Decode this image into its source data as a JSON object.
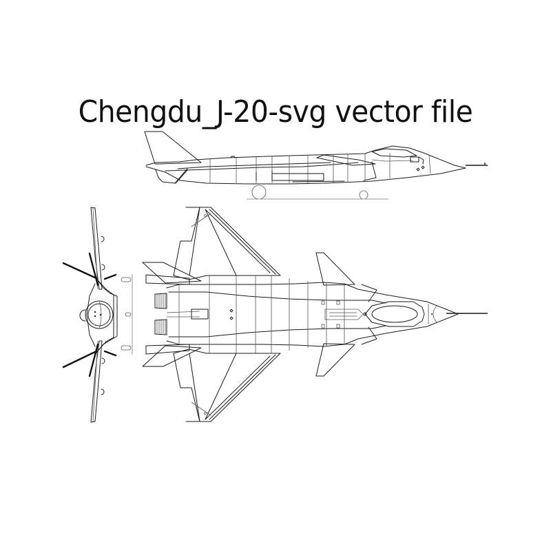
{
  "title": "Chengdu_J-20-svg vector file",
  "colors": {
    "background": "#ffffff",
    "line": "#1a1a1a",
    "ground_line": "#9a9a9a"
  },
  "views": [
    {
      "name": "side-view",
      "label": ""
    },
    {
      "name": "front-view",
      "label": ""
    },
    {
      "name": "top-view",
      "label": ""
    }
  ]
}
